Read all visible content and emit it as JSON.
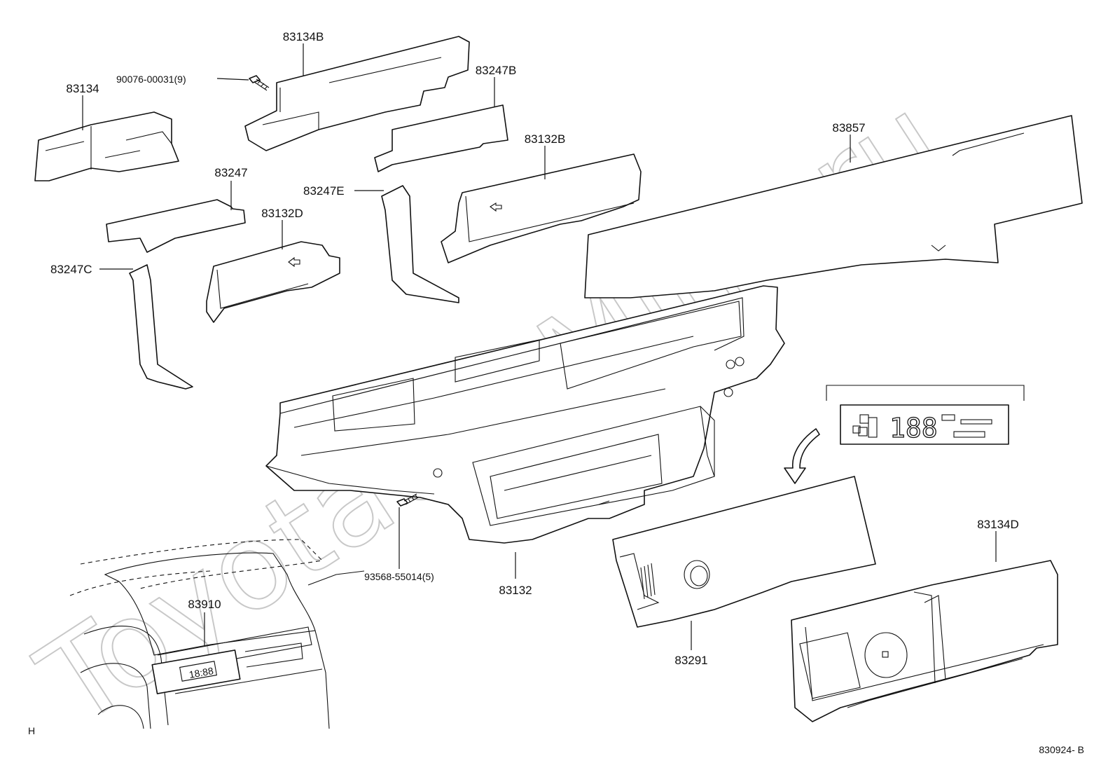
{
  "watermark": "ToyotaCarMine.ru",
  "diagram_code": "830924- B",
  "corner_mark": "H",
  "display_digits": "188",
  "inset_digits": "18:88",
  "labels": {
    "p83134": "83134",
    "p83134B": "83134B",
    "screw1": "90076-00031(9)",
    "p83247B": "83247B",
    "p83857": "83857",
    "p83132B": "83132B",
    "p83247": "83247",
    "p83247E": "83247E",
    "p83132D": "83132D",
    "p83247C": "83247C",
    "p83134D": "83134D",
    "screw2": "93568-55014(5)",
    "p83132": "83132",
    "p83291": "83291",
    "p83910": "83910"
  }
}
